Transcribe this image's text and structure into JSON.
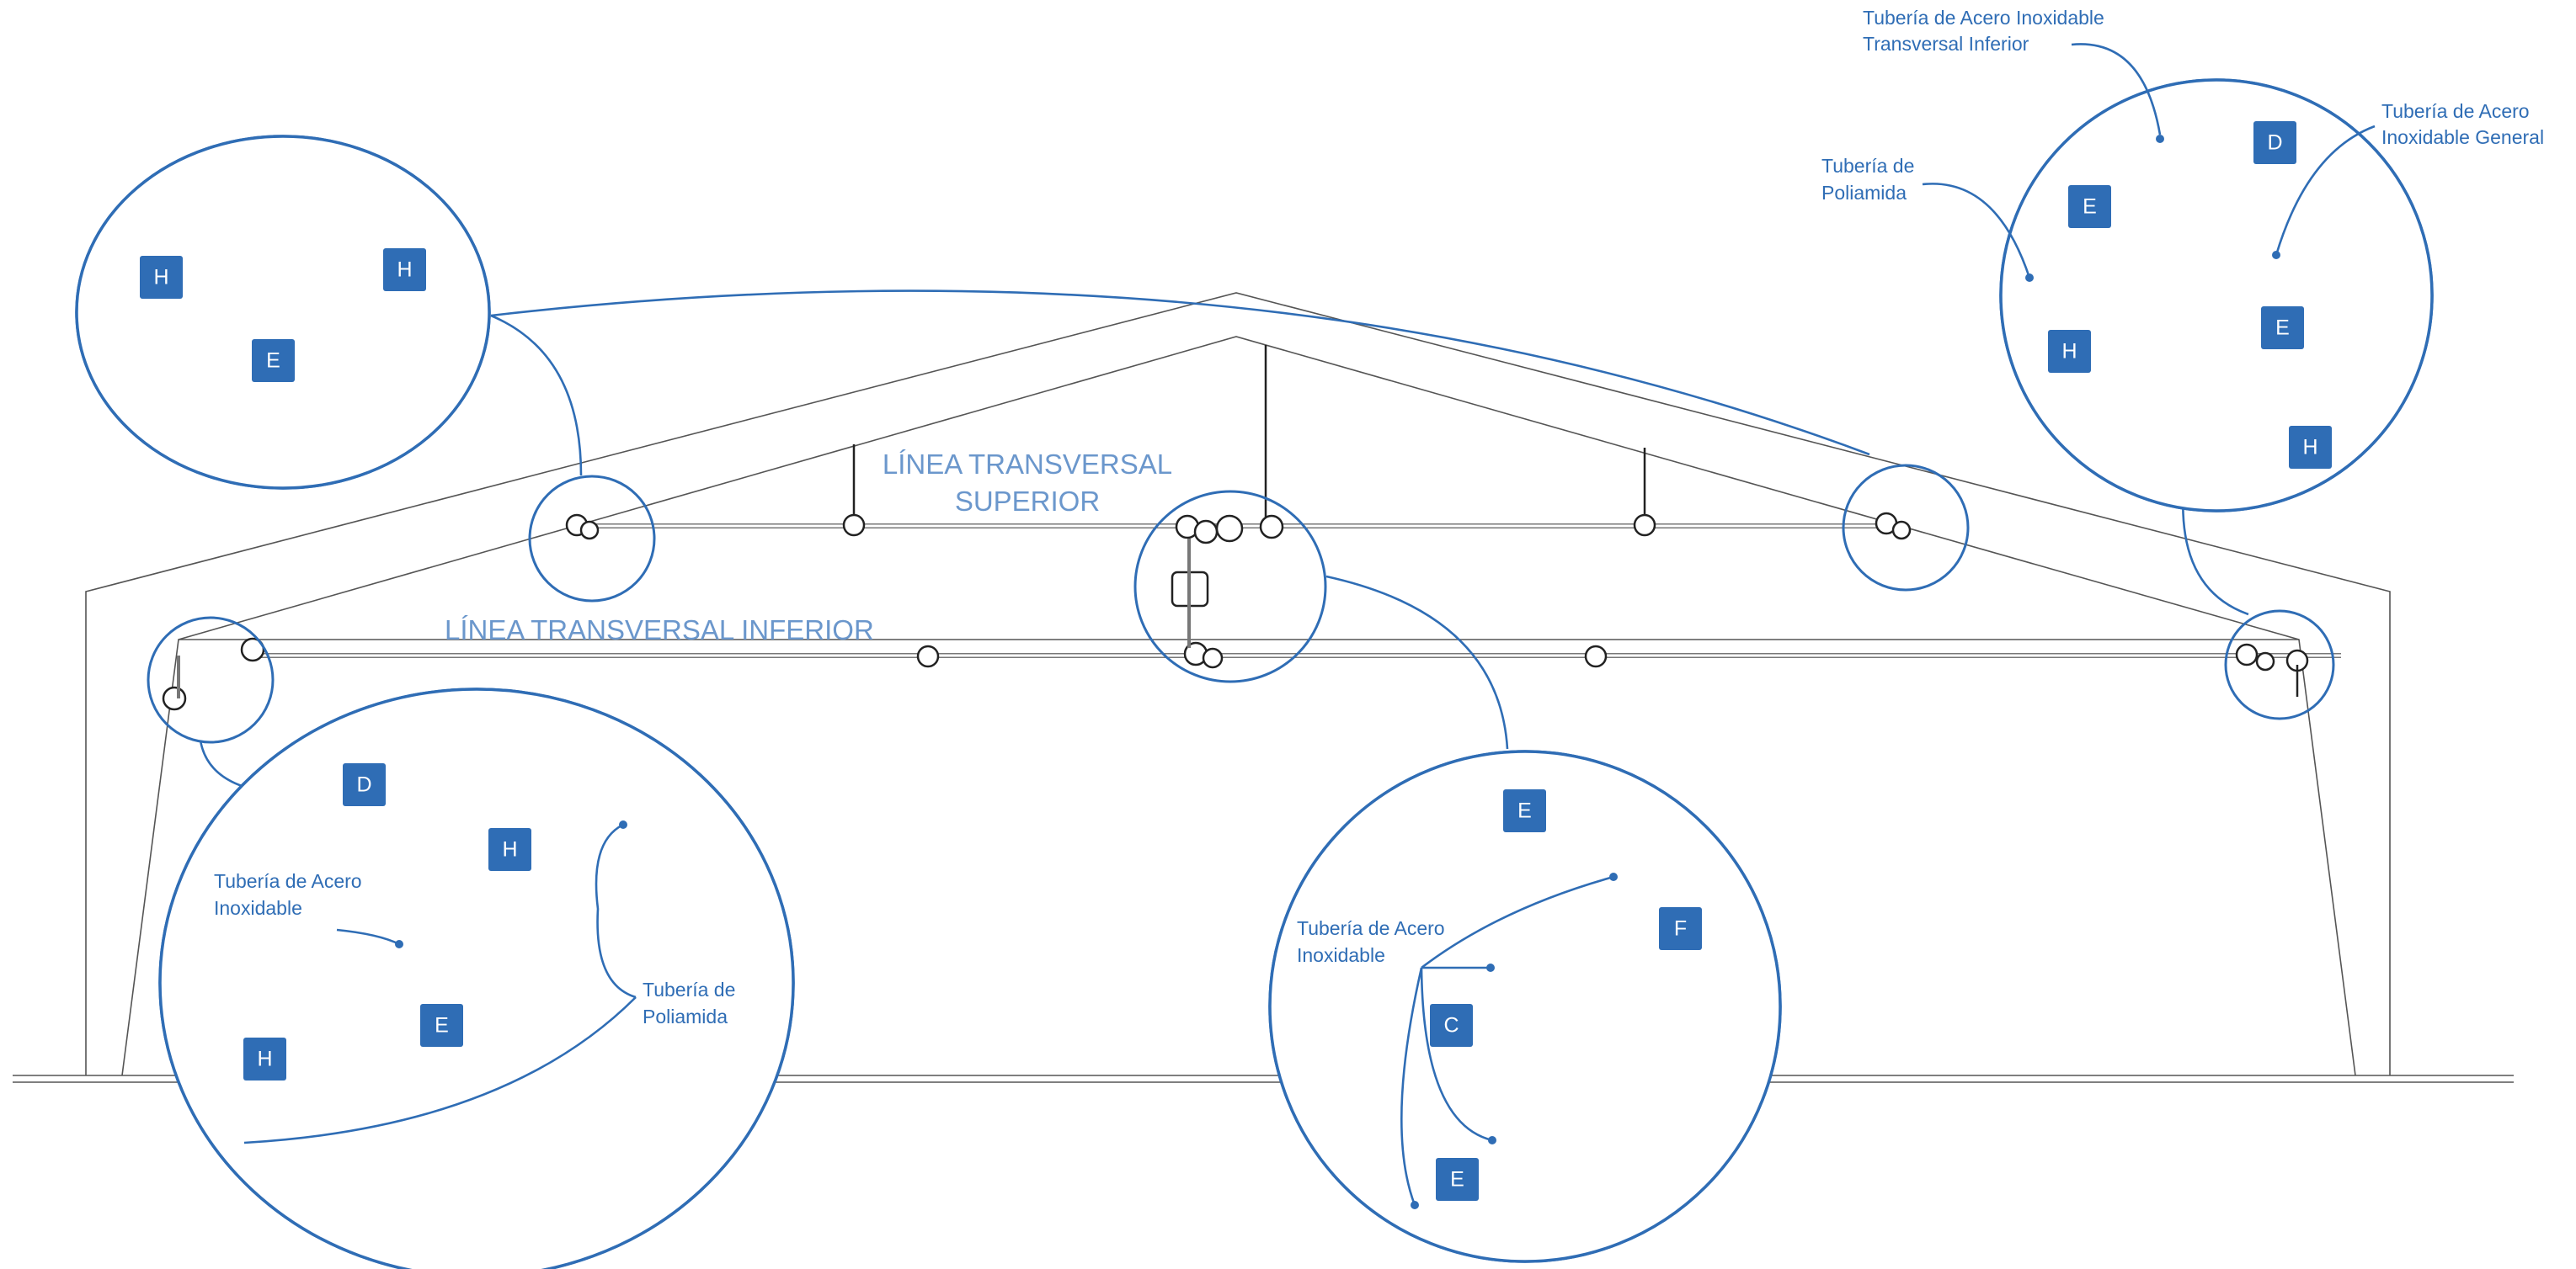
{
  "lines": {
    "upper_line1": "LÍNEA TRANSVERSAL",
    "upper_line2": "SUPERIOR",
    "lower": "LÍNEA TRANSVERSAL INFERIOR"
  },
  "callouts": {
    "top_left": {
      "badges": [
        "H",
        "H",
        "E"
      ]
    },
    "top_right": {
      "label_transversal_line1": "Tubería de Acero Inoxidable",
      "label_transversal_line2": "Transversal Inferior",
      "label_general_line1": "Tubería de Acero",
      "label_general_line2": "Inoxidable General",
      "label_poliamida_line1": "Tubería de",
      "label_poliamida_line2": "Poliamida",
      "badges": [
        "D",
        "E",
        "E",
        "H",
        "H"
      ]
    },
    "bottom_left": {
      "label_acero_line1": "Tubería de Acero",
      "label_acero_line2": "Inoxidable",
      "label_poliamida_line1": "Tubería de",
      "label_poliamida_line2": "Poliamida",
      "badges": [
        "D",
        "H",
        "E",
        "H"
      ]
    },
    "bottom_center": {
      "label_acero_line1": "Tubería de Acero",
      "label_acero_line2": "Inoxidable",
      "badges": [
        "E",
        "F",
        "C",
        "E"
      ]
    }
  },
  "colors": {
    "accent": "#2f6db5",
    "line_title": "#6b97cc",
    "structure_grey": "#cfcfd1"
  }
}
